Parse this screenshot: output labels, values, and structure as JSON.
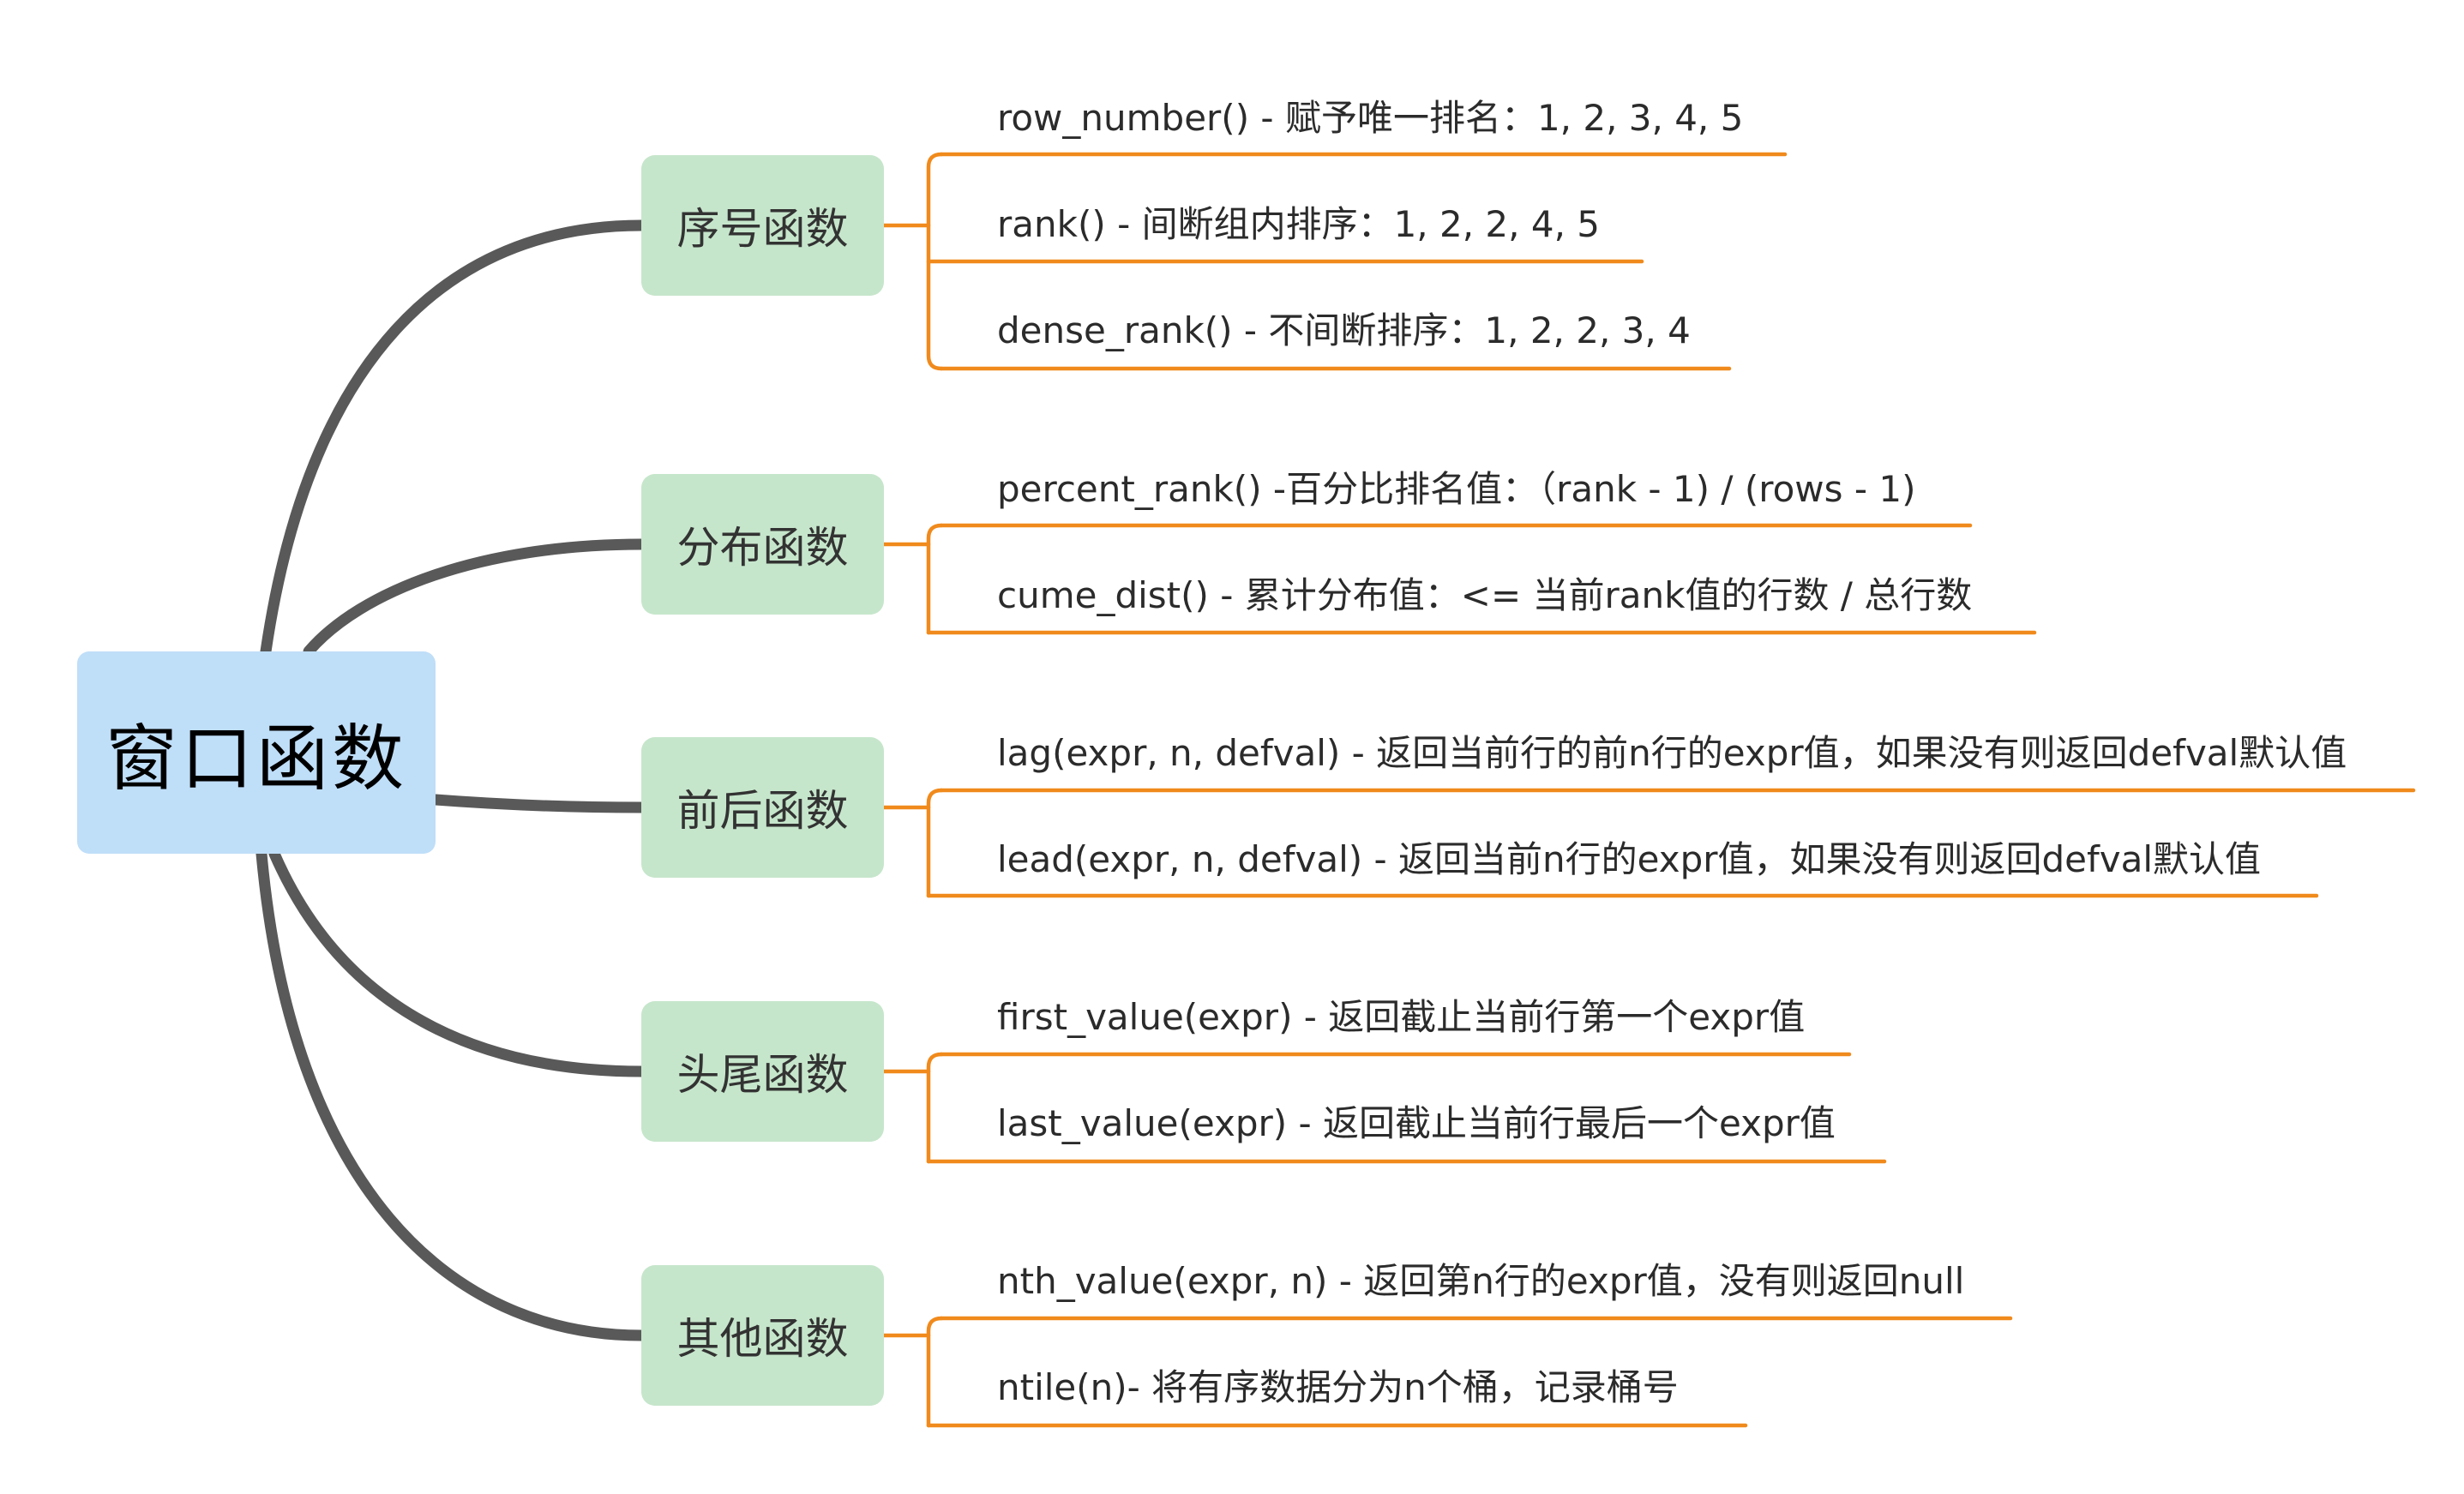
{
  "root": {
    "label": "窗口函数"
  },
  "colors": {
    "root_fill": "#bfdef8",
    "category_fill": "#c6e6cb",
    "branch_line": "#595959",
    "leaf_line": "#f08a1c"
  },
  "categories": [
    {
      "label": "序号函数",
      "items": [
        "row_number() - 赋予唯一排名：1, 2, 3, 4, 5",
        "rank() - 间断组内排序：1, 2, 2, 4, 5",
        "dense_rank() - 不间断排序：1, 2, 2, 3, 4"
      ]
    },
    {
      "label": "分布函数",
      "items": [
        "percent_rank() -百分比排名值：（rank - 1) / (rows - 1)",
        "cume_dist() - 累计分布值：<= 当前rank值的行数 / 总行数"
      ]
    },
    {
      "label": "前后函数",
      "items": [
        "lag(expr, n, defval) - 返回当前行的前n行的expr值，如果没有则返回defval默认值",
        "lead(expr, n, defval) - 返回当前n行的expr值，如果没有则返回defval默认值"
      ]
    },
    {
      "label": "头尾函数",
      "items": [
        "first_value(expr) - 返回截止当前行第一个expr值",
        "last_value(expr) - 返回截止当前行最后一个expr值"
      ]
    },
    {
      "label": "其他函数",
      "items": [
        "nth_value(expr, n) - 返回第n行的expr值，没有则返回null",
        "ntile(n)- 将有序数据分为n个桶，记录桶号"
      ]
    }
  ]
}
